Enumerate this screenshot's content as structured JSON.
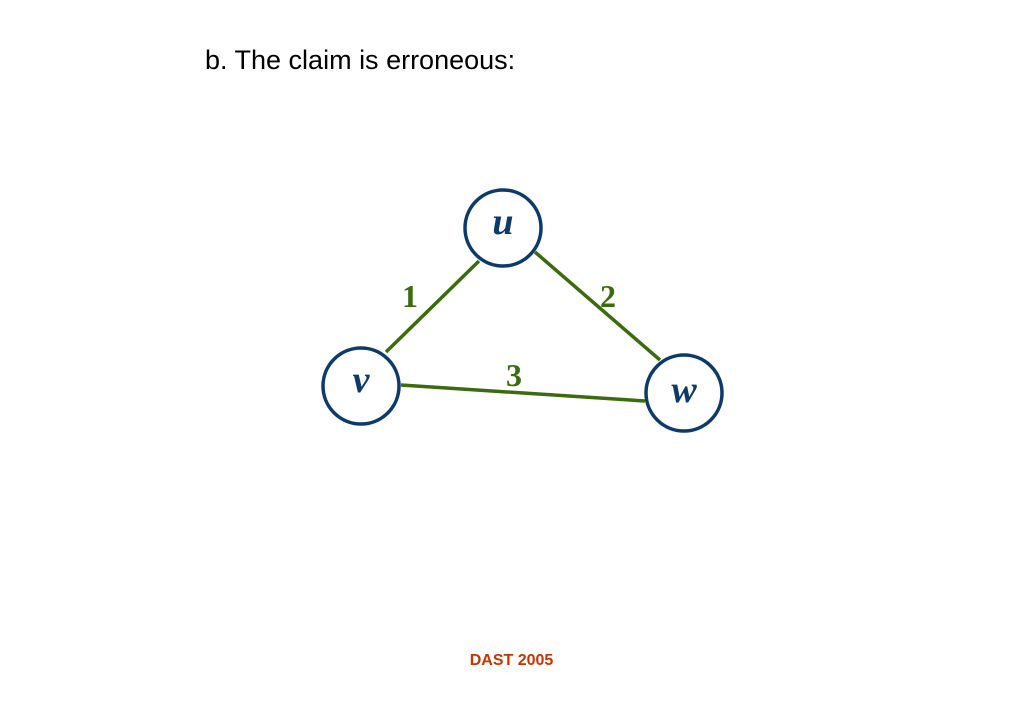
{
  "title": "b. The claim is erroneous:",
  "colors": {
    "node_stroke": "#0b3a6b",
    "node_label": "#0b3a6b",
    "edge": "#3a6b0c",
    "footer": "#cc3300"
  },
  "graph": {
    "nodes": [
      {
        "id": "u",
        "label": "u"
      },
      {
        "id": "v",
        "label": "v"
      },
      {
        "id": "w",
        "label": "w"
      }
    ],
    "edges": [
      {
        "from": "u",
        "to": "v",
        "weight": "1"
      },
      {
        "from": "u",
        "to": "w",
        "weight": "2"
      },
      {
        "from": "v",
        "to": "w",
        "weight": "3"
      }
    ]
  },
  "footer": "DAST 2005"
}
